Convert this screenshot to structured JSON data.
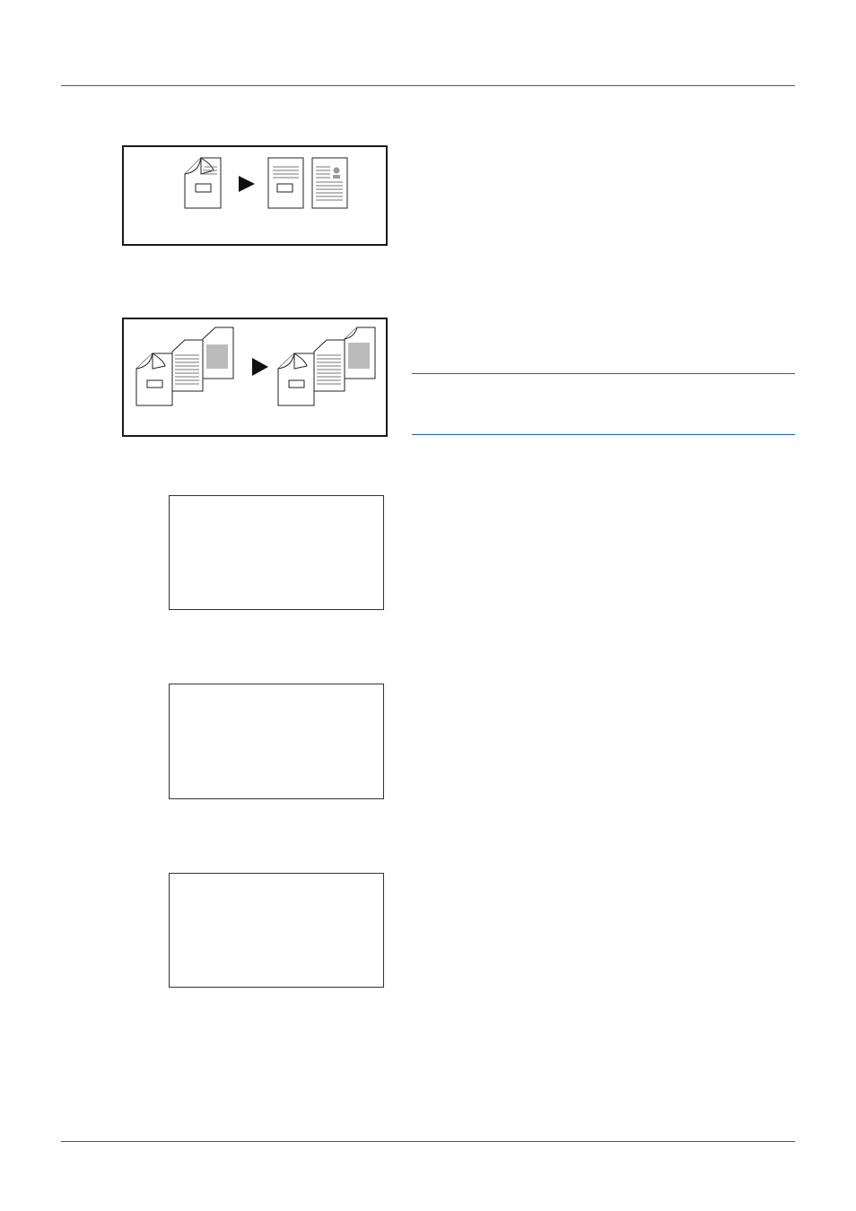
{
  "page": {
    "rule_color": "#1f5fb0",
    "figures": [
      {
        "name": "one-sided-to-two-sided-figure",
        "icons": [
          "folded-page-icon",
          "arrow-right-icon",
          "text-page-icon",
          "portrait-page-icon"
        ]
      },
      {
        "name": "two-sided-to-two-sided-figure",
        "icons": [
          "page-stack-icon",
          "arrow-right-icon",
          "page-stack-icon"
        ]
      }
    ],
    "screens": [
      "screen-box-1",
      "screen-box-2",
      "screen-box-3"
    ]
  }
}
